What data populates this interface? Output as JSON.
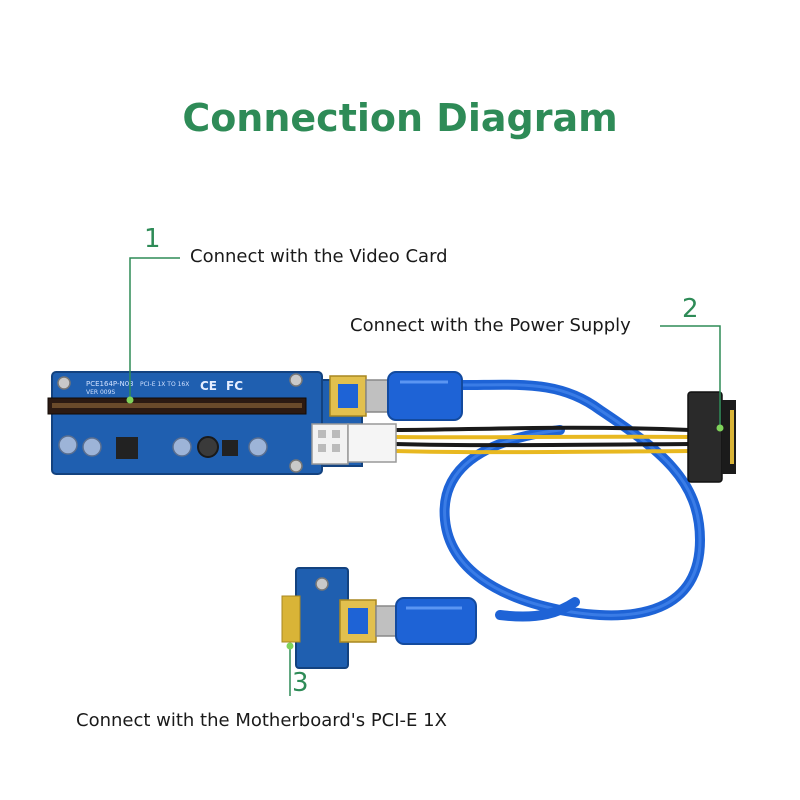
{
  "diagram": {
    "title": "Connection Diagram",
    "callouts": [
      {
        "number": "1",
        "text": "Connect with the Video Card"
      },
      {
        "number": "2",
        "text": "Connect with the Power Supply"
      },
      {
        "number": "3",
        "text": "Connect with the Motherboard's PCI-E 1X"
      }
    ],
    "board_markings": {
      "model": "PCE164P-N03",
      "version": "VER 009S",
      "spec": "PCI-E 1X TO 16X",
      "ce": "CE",
      "fc": "FC"
    },
    "colors": {
      "accent": "#2e8b57",
      "board": "#1f5fb0",
      "cable": "#1e63d6",
      "slot": "#2c1a12",
      "gold": "#d9b437"
    }
  }
}
